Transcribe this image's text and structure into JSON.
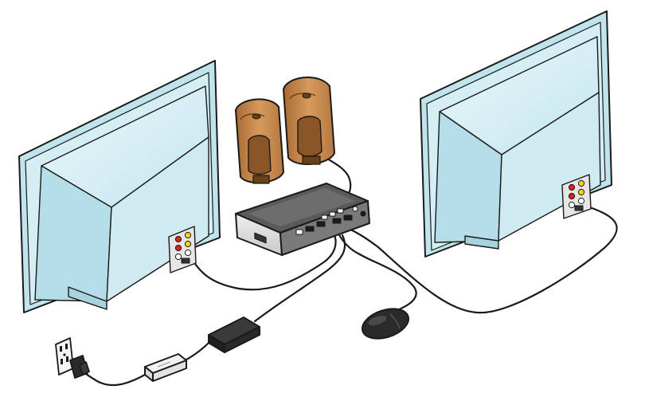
{
  "diagram": {
    "components": [
      {
        "id": "monitor-left",
        "kind": "monitor"
      },
      {
        "id": "monitor-right",
        "kind": "monitor"
      },
      {
        "id": "speakers",
        "kind": "speaker-pair"
      },
      {
        "id": "docking-station",
        "kind": "dock"
      },
      {
        "id": "mouse",
        "kind": "mouse"
      },
      {
        "id": "power-adapter",
        "kind": "ac-adapter"
      },
      {
        "id": "usb-dongle",
        "kind": "dongle"
      },
      {
        "id": "wall-outlet",
        "kind": "outlet"
      }
    ],
    "connections": [
      {
        "from": "monitor-left",
        "to": "docking-station"
      },
      {
        "from": "monitor-right",
        "to": "docking-station"
      },
      {
        "from": "speakers",
        "to": "docking-station"
      },
      {
        "from": "mouse",
        "to": "docking-station"
      },
      {
        "from": "power-adapter",
        "to": "docking-station"
      },
      {
        "from": "wall-outlet",
        "to": "usb-dongle"
      },
      {
        "from": "usb-dongle",
        "to": "power-adapter"
      }
    ],
    "colors": {
      "outline": "#1a1a1a",
      "screen_light": "#dff3f7",
      "screen_mid": "#b9e3ec",
      "monitor_body": "#d8eef2",
      "speaker_body": "#c98a4e",
      "speaker_dark": "#8a5526",
      "dock_top": "#5a5a5a",
      "dock_front": "#d9d9d9",
      "mouse": "#2b2b2b",
      "adapter": "#2e2e2e",
      "jack_red": "#d9221c",
      "jack_yellow": "#f2d21b",
      "jack_white": "#ffffff"
    }
  }
}
